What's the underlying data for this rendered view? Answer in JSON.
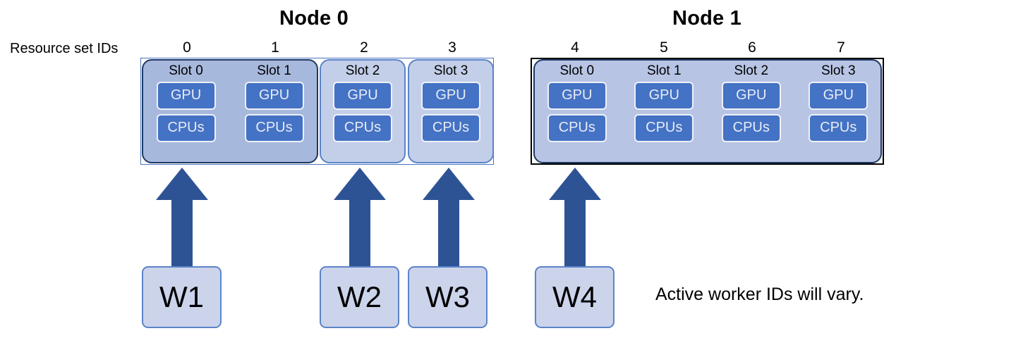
{
  "diagram": {
    "resource_set_label": "Resource set IDs",
    "note": "Active worker IDs will vary.",
    "colors": {
      "chip_fill": "#4472C4",
      "group_dark_fill": "#A7B8DD",
      "group_light_fill": "#C3CFE9",
      "group_dark_border": "#1F3864",
      "group_light_border": "#5B84C8",
      "worker_fill": "#CCD4EB",
      "worker_border": "#5B84C8",
      "arrow_fill": "#2E5395",
      "node1_border": "#000000",
      "node0_border": "#4A74C0"
    }
  },
  "nodes": [
    {
      "title": "Node 0",
      "slots": [
        {
          "label": "Slot 0",
          "rs_id": "0",
          "resources": [
            "GPU",
            "CPUs"
          ]
        },
        {
          "label": "Slot 1",
          "rs_id": "1",
          "resources": [
            "GPU",
            "CPUs"
          ]
        },
        {
          "label": "Slot 2",
          "rs_id": "2",
          "resources": [
            "GPU",
            "CPUs"
          ]
        },
        {
          "label": "Slot 3",
          "rs_id": "3",
          "resources": [
            "GPU",
            "CPUs"
          ]
        }
      ]
    },
    {
      "title": "Node 1",
      "slots": [
        {
          "label": "Slot 0",
          "rs_id": "4",
          "resources": [
            "GPU",
            "CPUs"
          ]
        },
        {
          "label": "Slot 1",
          "rs_id": "5",
          "resources": [
            "GPU",
            "CPUs"
          ]
        },
        {
          "label": "Slot 2",
          "rs_id": "6",
          "resources": [
            "GPU",
            "CPUs"
          ]
        },
        {
          "label": "Slot 3",
          "rs_id": "7",
          "resources": [
            "GPU",
            "CPUs"
          ]
        }
      ]
    }
  ],
  "workers": [
    {
      "label": "W1",
      "assigned_rs_id": "0"
    },
    {
      "label": "W2",
      "assigned_rs_id": "2"
    },
    {
      "label": "W3",
      "assigned_rs_id": "3"
    },
    {
      "label": "W4",
      "assigned_rs_id": "4"
    }
  ]
}
